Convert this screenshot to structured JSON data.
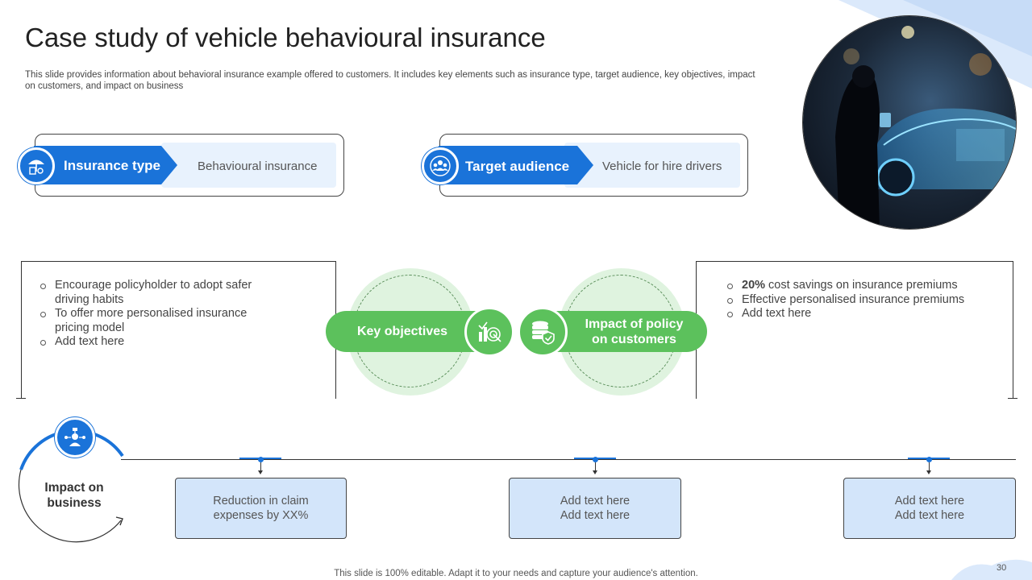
{
  "title": "Case study of vehicle behavioural insurance",
  "subtitle": "This slide provides information about  behavioral insurance example offered to customers. It includes key elements such as insurance type, target audience, key objectives, impact on customers, and impact on business",
  "insurance_type": {
    "label": "Insurance type",
    "value": "Behavioural insurance",
    "icon": "umbrella-icon"
  },
  "target_audience": {
    "label": "Target audience",
    "value": "Vehicle for hire drivers",
    "icon": "group-icon"
  },
  "key_objectives": {
    "label": "Key objectives",
    "icon": "target-chart-icon",
    "bullets": [
      "Encourage policyholder to adopt safer driving habits",
      "To offer more personalised insurance pricing model",
      "Add text here"
    ]
  },
  "impact_customers": {
    "label_line1": "Impact of policy",
    "label_line2": "on customers",
    "icon": "database-shield-icon",
    "bullets": [
      {
        "bold": "20%",
        "rest": " cost savings on insurance premiums"
      },
      {
        "bold": "",
        "rest": "Effective personalised insurance premiums"
      },
      {
        "bold": "",
        "rest": "Add text here"
      }
    ]
  },
  "impact_business": {
    "label_line1": "Impact on",
    "label_line2": "business",
    "icon": "person-network-icon",
    "boxes": [
      {
        "line1": "Reduction in claim",
        "line2": "expenses by XX%"
      },
      {
        "line1": "Add text here",
        "line2": "Add text here"
      },
      {
        "line1": "Add text here",
        "line2": "Add text here"
      }
    ]
  },
  "footer": "This slide is 100% editable. Adapt it to your needs and capture your audience's attention.",
  "page_number": "30",
  "colors": {
    "blue": "#1a73d9",
    "light_blue": "#e8f2fd",
    "green": "#5cc15c",
    "light_green": "#dff3df",
    "box_blue": "#d3e5fa"
  }
}
